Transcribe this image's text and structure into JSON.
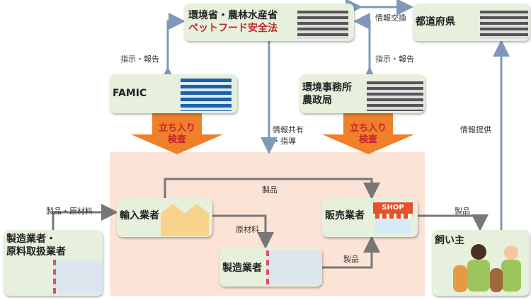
{
  "ministry": {
    "line1": "環境省・農林水産省",
    "line2": "ペットフード安全法"
  },
  "prefecture": {
    "label": "都道府県"
  },
  "famic": {
    "label": "FAMIC"
  },
  "regional": {
    "line1": "環境事務所",
    "line2": "農政局"
  },
  "inspection": {
    "line1": "立ち入り",
    "line2": "検査"
  },
  "edges": {
    "instruct_report": "指示・報告",
    "info_exchange": "情報交換",
    "info_share1": "情報共有",
    "info_share2": "・指導",
    "info_provide": "情報提供",
    "product": "製品",
    "product_material": "製品・原材料",
    "material": "原材料"
  },
  "importer": {
    "label": "輸入業者"
  },
  "seller": {
    "label": "販売業者",
    "shop": "SHOP"
  },
  "manufacturer": {
    "label": "製造業者"
  },
  "foreign_maker": {
    "line1": "製造業者・",
    "line2": "原料取扱業者"
  },
  "owner": {
    "label": "飼い主"
  },
  "colors": {
    "blue_arrow": "#7f98b8",
    "grey_arrow": "#777777",
    "orange": "#ef7f2a",
    "accent_red": "#c0272d"
  }
}
